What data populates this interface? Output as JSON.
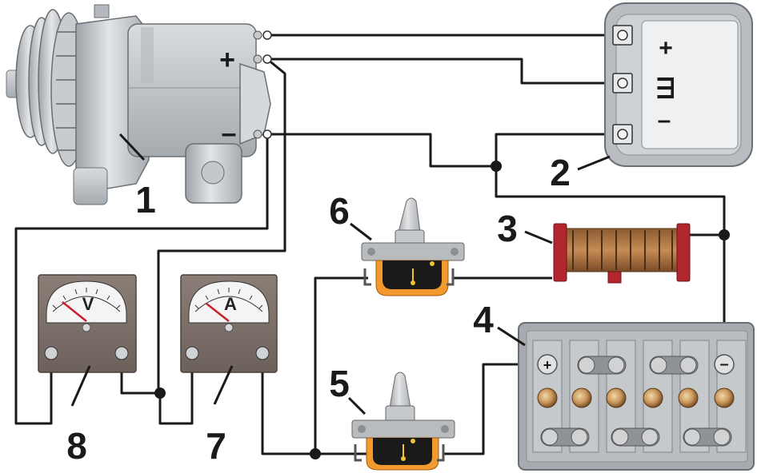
{
  "labels": {
    "alternator": "1",
    "regulator": "2",
    "resistor": "3",
    "battery": "4",
    "switch_bottom": "5",
    "switch_top": "6",
    "ammeter": "7",
    "voltmeter": "8"
  },
  "alternator_terminals": {
    "plus": "+",
    "minus": "–"
  },
  "regulator_terminals": {
    "plus": "+",
    "field": "Ш",
    "minus": "–"
  },
  "gauges": {
    "voltmeter_letter": "V",
    "ammeter_letter": "A"
  },
  "battery_terminals": {
    "left": "+",
    "right": "–"
  }
}
